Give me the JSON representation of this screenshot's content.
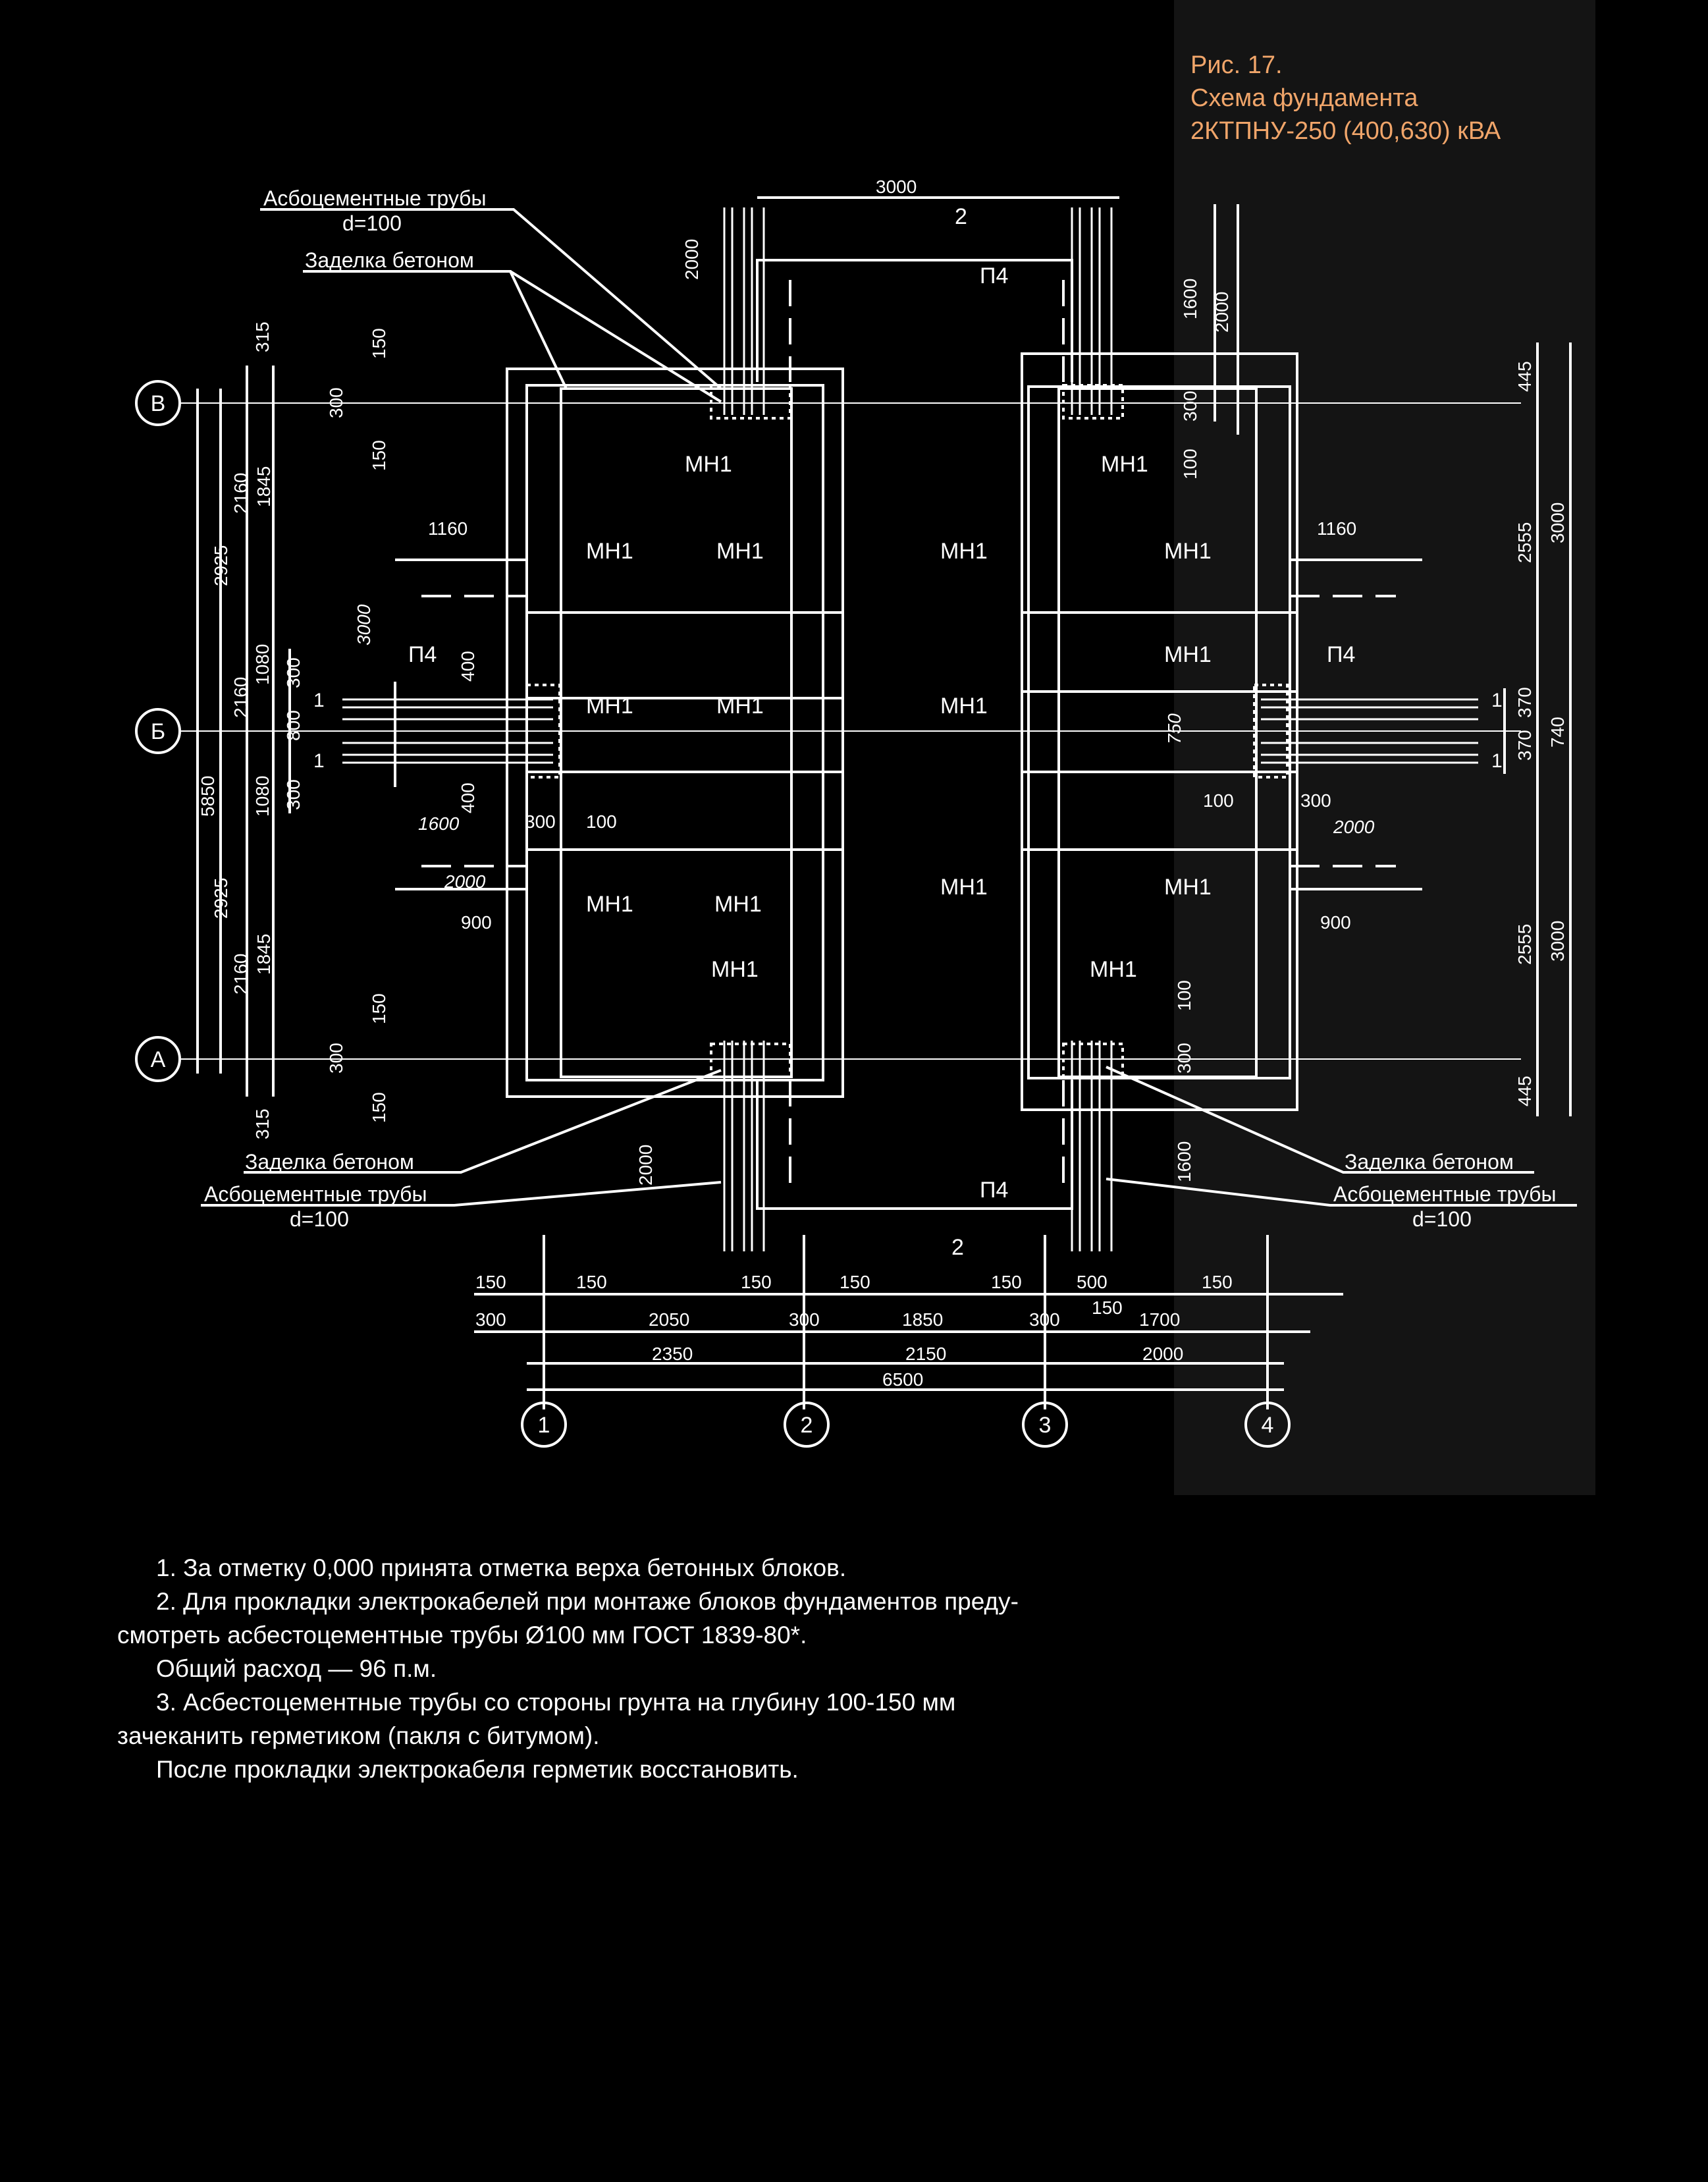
{
  "caption": {
    "line1": "Рис. 17.",
    "line2": "Схема фундамента",
    "line3": "2КТПНУ-250 (400,630) кВА"
  },
  "colors": {
    "background": "#000000",
    "panel": "#141414",
    "caption": "#f0a56a",
    "lines": "#ffffff"
  },
  "drawing": {
    "axes_letters": [
      "В",
      "Б",
      "А"
    ],
    "axes_numbers": [
      "1",
      "2",
      "3",
      "4"
    ],
    "callouts": {
      "pipes_top": "Асбоцементные трубы",
      "pipes_top_d": "d=100",
      "concrete_top": "Заделка бетоном",
      "concrete_bl": "Заделка бетоном",
      "pipes_bl": "Асбоцементные трубы",
      "pipes_bl_d": "d=100",
      "concrete_br": "Заделка бетоном",
      "pipes_br": "Асбоцементные трубы",
      "pipes_br_d": "d=100"
    },
    "mark": "МН1",
    "slab": "П4",
    "section": "2",
    "section_1": "1",
    "dims": {
      "top_3000": "3000",
      "top_2000": "2000",
      "top_1600": "1600",
      "top_2000r": "2000",
      "top_300": "300",
      "top_100": "100",
      "l_315": "315",
      "l_150": "150",
      "l_300": "300",
      "l_2160": "2160",
      "l_1845": "1845",
      "l_2925": "2925",
      "l_1080": "1080",
      "l_800": "800",
      "l_5850": "5850",
      "l_400": "400",
      "l_3000": "3000",
      "l_1160": "1160",
      "l_1600": "1600",
      "l_2000": "2000",
      "l_900": "900",
      "r_445": "445",
      "r_2555": "2555",
      "r_3000": "3000",
      "r_370": "370",
      "r_740": "740",
      "r_750": "750",
      "r_1160": "1160",
      "r_2000": "2000",
      "r_900": "900",
      "r_100": "100",
      "r_300": "300",
      "r_1600": "1600",
      "b_2000": "2000",
      "b_150": "150",
      "b_500": "500",
      "b_300": "300",
      "b_2050": "2050",
      "b_1850": "1850",
      "b_1700": "1700",
      "b_2350": "2350",
      "b_2150": "2150",
      "b_2000t": "2000",
      "b_6500": "6500"
    }
  },
  "notes": {
    "n1": "1. За отметку 0,000 принята отметка верха бетонных блоков.",
    "n2a": "2. Для прокладки электрокабелей при монтаже блоков фундаментов преду-",
    "n2b": "смотреть асбестоцементные трубы  Ø100 мм ГОСТ 1839-80*.",
    "n2c": "Общий расход — 96 п.м.",
    "n3a": "3.    Асбестоцементные трубы со стороны грунта на глубину 100-150  мм",
    "n3b": "зачеканить герметиком  (пакля с битумом).",
    "n3c": "После прокладки электрокабеля герметик восстановить."
  }
}
